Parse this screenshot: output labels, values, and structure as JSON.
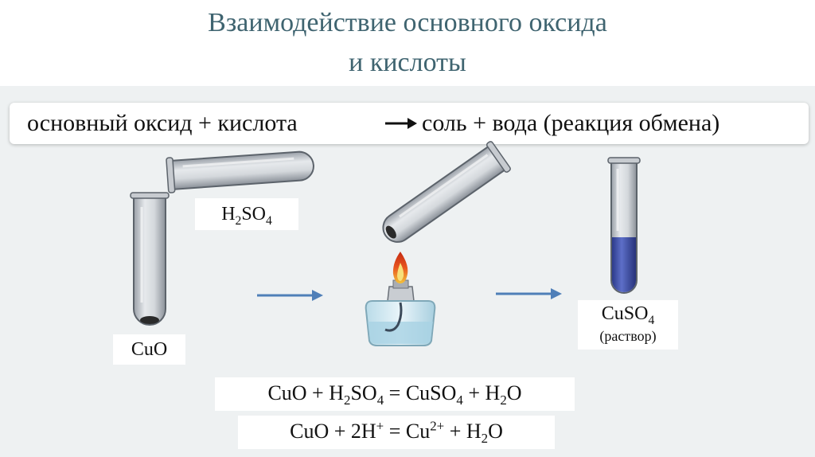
{
  "title": {
    "line1": "Взаимодействие основного оксида",
    "line2": "и кислоты"
  },
  "scheme": {
    "part1": "основный оксид + кислота",
    "part2": "соль + вода (реакция обмена)"
  },
  "labels": {
    "acid": {
      "main": "H",
      "sub1": "2",
      "mid": "SO",
      "sub2": "4"
    },
    "oxide": "CuO",
    "salt": {
      "main": "CuSO",
      "sub": "4",
      "note": "(раствор)"
    }
  },
  "equations": {
    "molecular": {
      "a": "CuO + H",
      "a_sub": "2",
      "b": "SO",
      "b_sub": "4",
      "c": " = CuSO",
      "c_sub": "4",
      "d": " + H",
      "d_sub": "2",
      "e": "O"
    },
    "ionic": {
      "a": "CuO + 2H",
      "a_sup": "+",
      "b": " = Cu",
      "b_sup": "2+",
      "c": " + H",
      "c_sub": "2",
      "d": "O"
    }
  },
  "colors": {
    "title": "#3f6470",
    "panel": "#eef1f2",
    "arrow": "#4f7fb8",
    "solution": "#3d4fa8",
    "tube_glass": "#c9cdd2"
  },
  "icons": {
    "tube": "test-tube-icon",
    "burner": "spirit-lamp-icon",
    "flame": "flame-icon",
    "arrow": "process-arrow-icon"
  }
}
